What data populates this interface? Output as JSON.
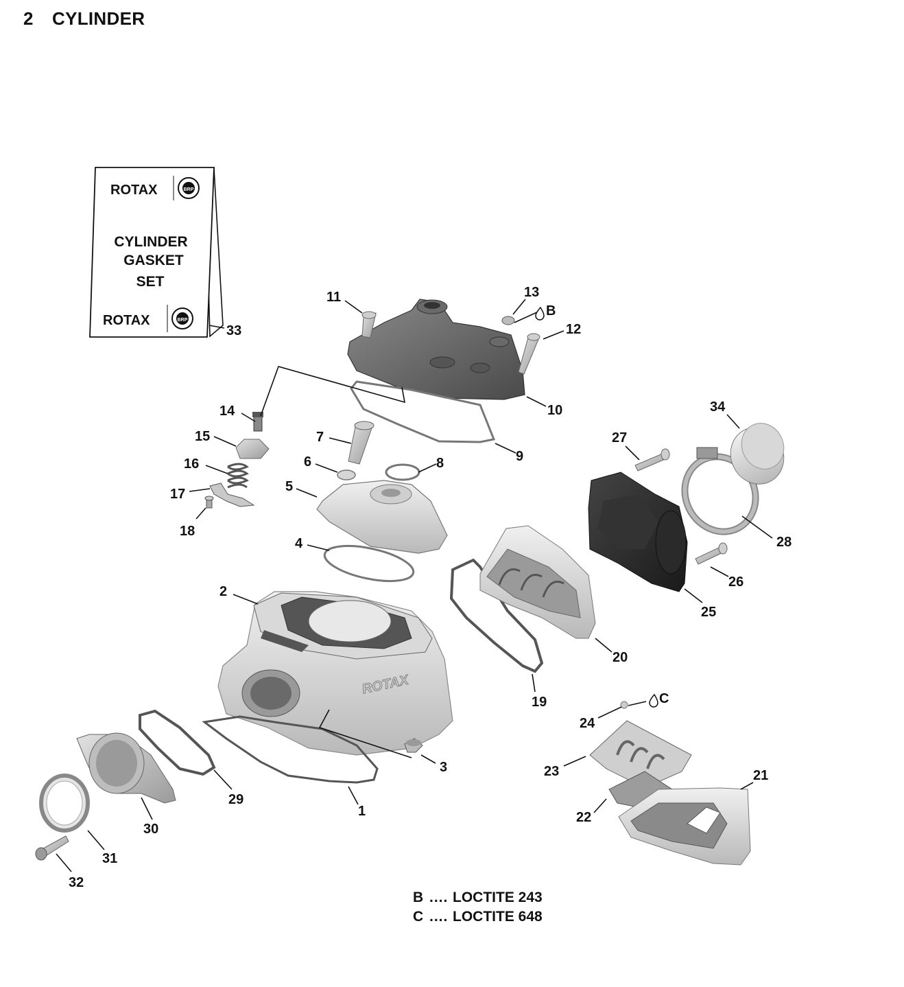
{
  "page": {
    "section_number": "2",
    "title": "CYLINDER"
  },
  "kit": {
    "brand_top": "ROTAX",
    "brand_bottom": "ROTAX",
    "badge": "BRP",
    "line1": "CYLINDER",
    "line2": "GASKET",
    "line3": "SET",
    "callout": "33"
  },
  "callouts": {
    "c1": "1",
    "c2": "2",
    "c3": "3",
    "c4": "4",
    "c5": "5",
    "c6": "6",
    "c7": "7",
    "c8": "8",
    "c9": "9",
    "c10": "10",
    "c11": "11",
    "c12": "12",
    "c13": "13",
    "c14": "14",
    "c15": "15",
    "c16": "16",
    "c17": "17",
    "c18": "18",
    "c19": "19",
    "c20": "20",
    "c21": "21",
    "c22": "22",
    "c23": "23",
    "c24": "24",
    "c25": "25",
    "c26": "26",
    "c27": "27",
    "c28": "28",
    "c29": "29",
    "c30": "30",
    "c31": "31",
    "c32": "32",
    "c34": "34"
  },
  "compound_marks": {
    "part13": "B",
    "part24": "C"
  },
  "cylinder_logo": "ROTAX",
  "notes": [
    {
      "key": "B",
      "dots": "....",
      "text": "LOCTITE 243"
    },
    {
      "key": "C",
      "dots": "....",
      "text": "LOCTITE 648"
    }
  ]
}
